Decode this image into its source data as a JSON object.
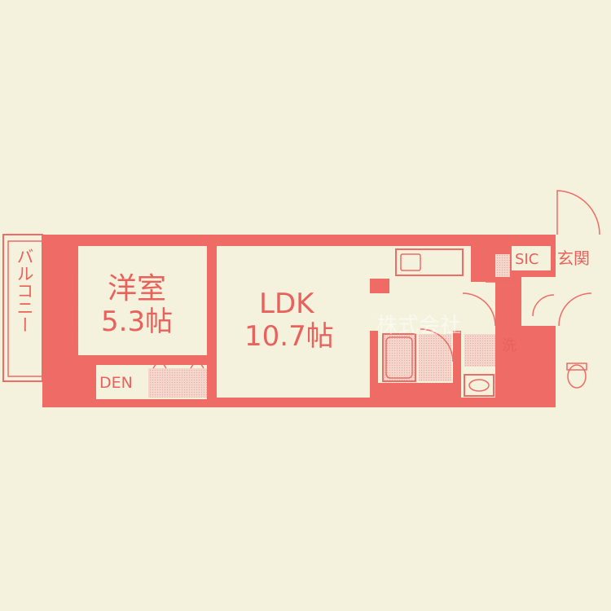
{
  "floorplan": {
    "rooms": {
      "western_room": {
        "name": "洋室",
        "size": "5.3帖"
      },
      "ldk": {
        "name": "LDK",
        "size": "10.7帖"
      },
      "den": {
        "name": "DEN"
      },
      "balcony": {
        "name": "バルコニー"
      },
      "sic": {
        "name": "SIC"
      },
      "entrance": {
        "name": "玄関"
      },
      "washroom": {
        "name": "洗"
      }
    },
    "watermark": "株式会社",
    "colors": {
      "background": "#f4f1dc",
      "wall": "#ee6b66",
      "label": "#e8615c",
      "fixture_fill": "#f1cfc4"
    }
  }
}
